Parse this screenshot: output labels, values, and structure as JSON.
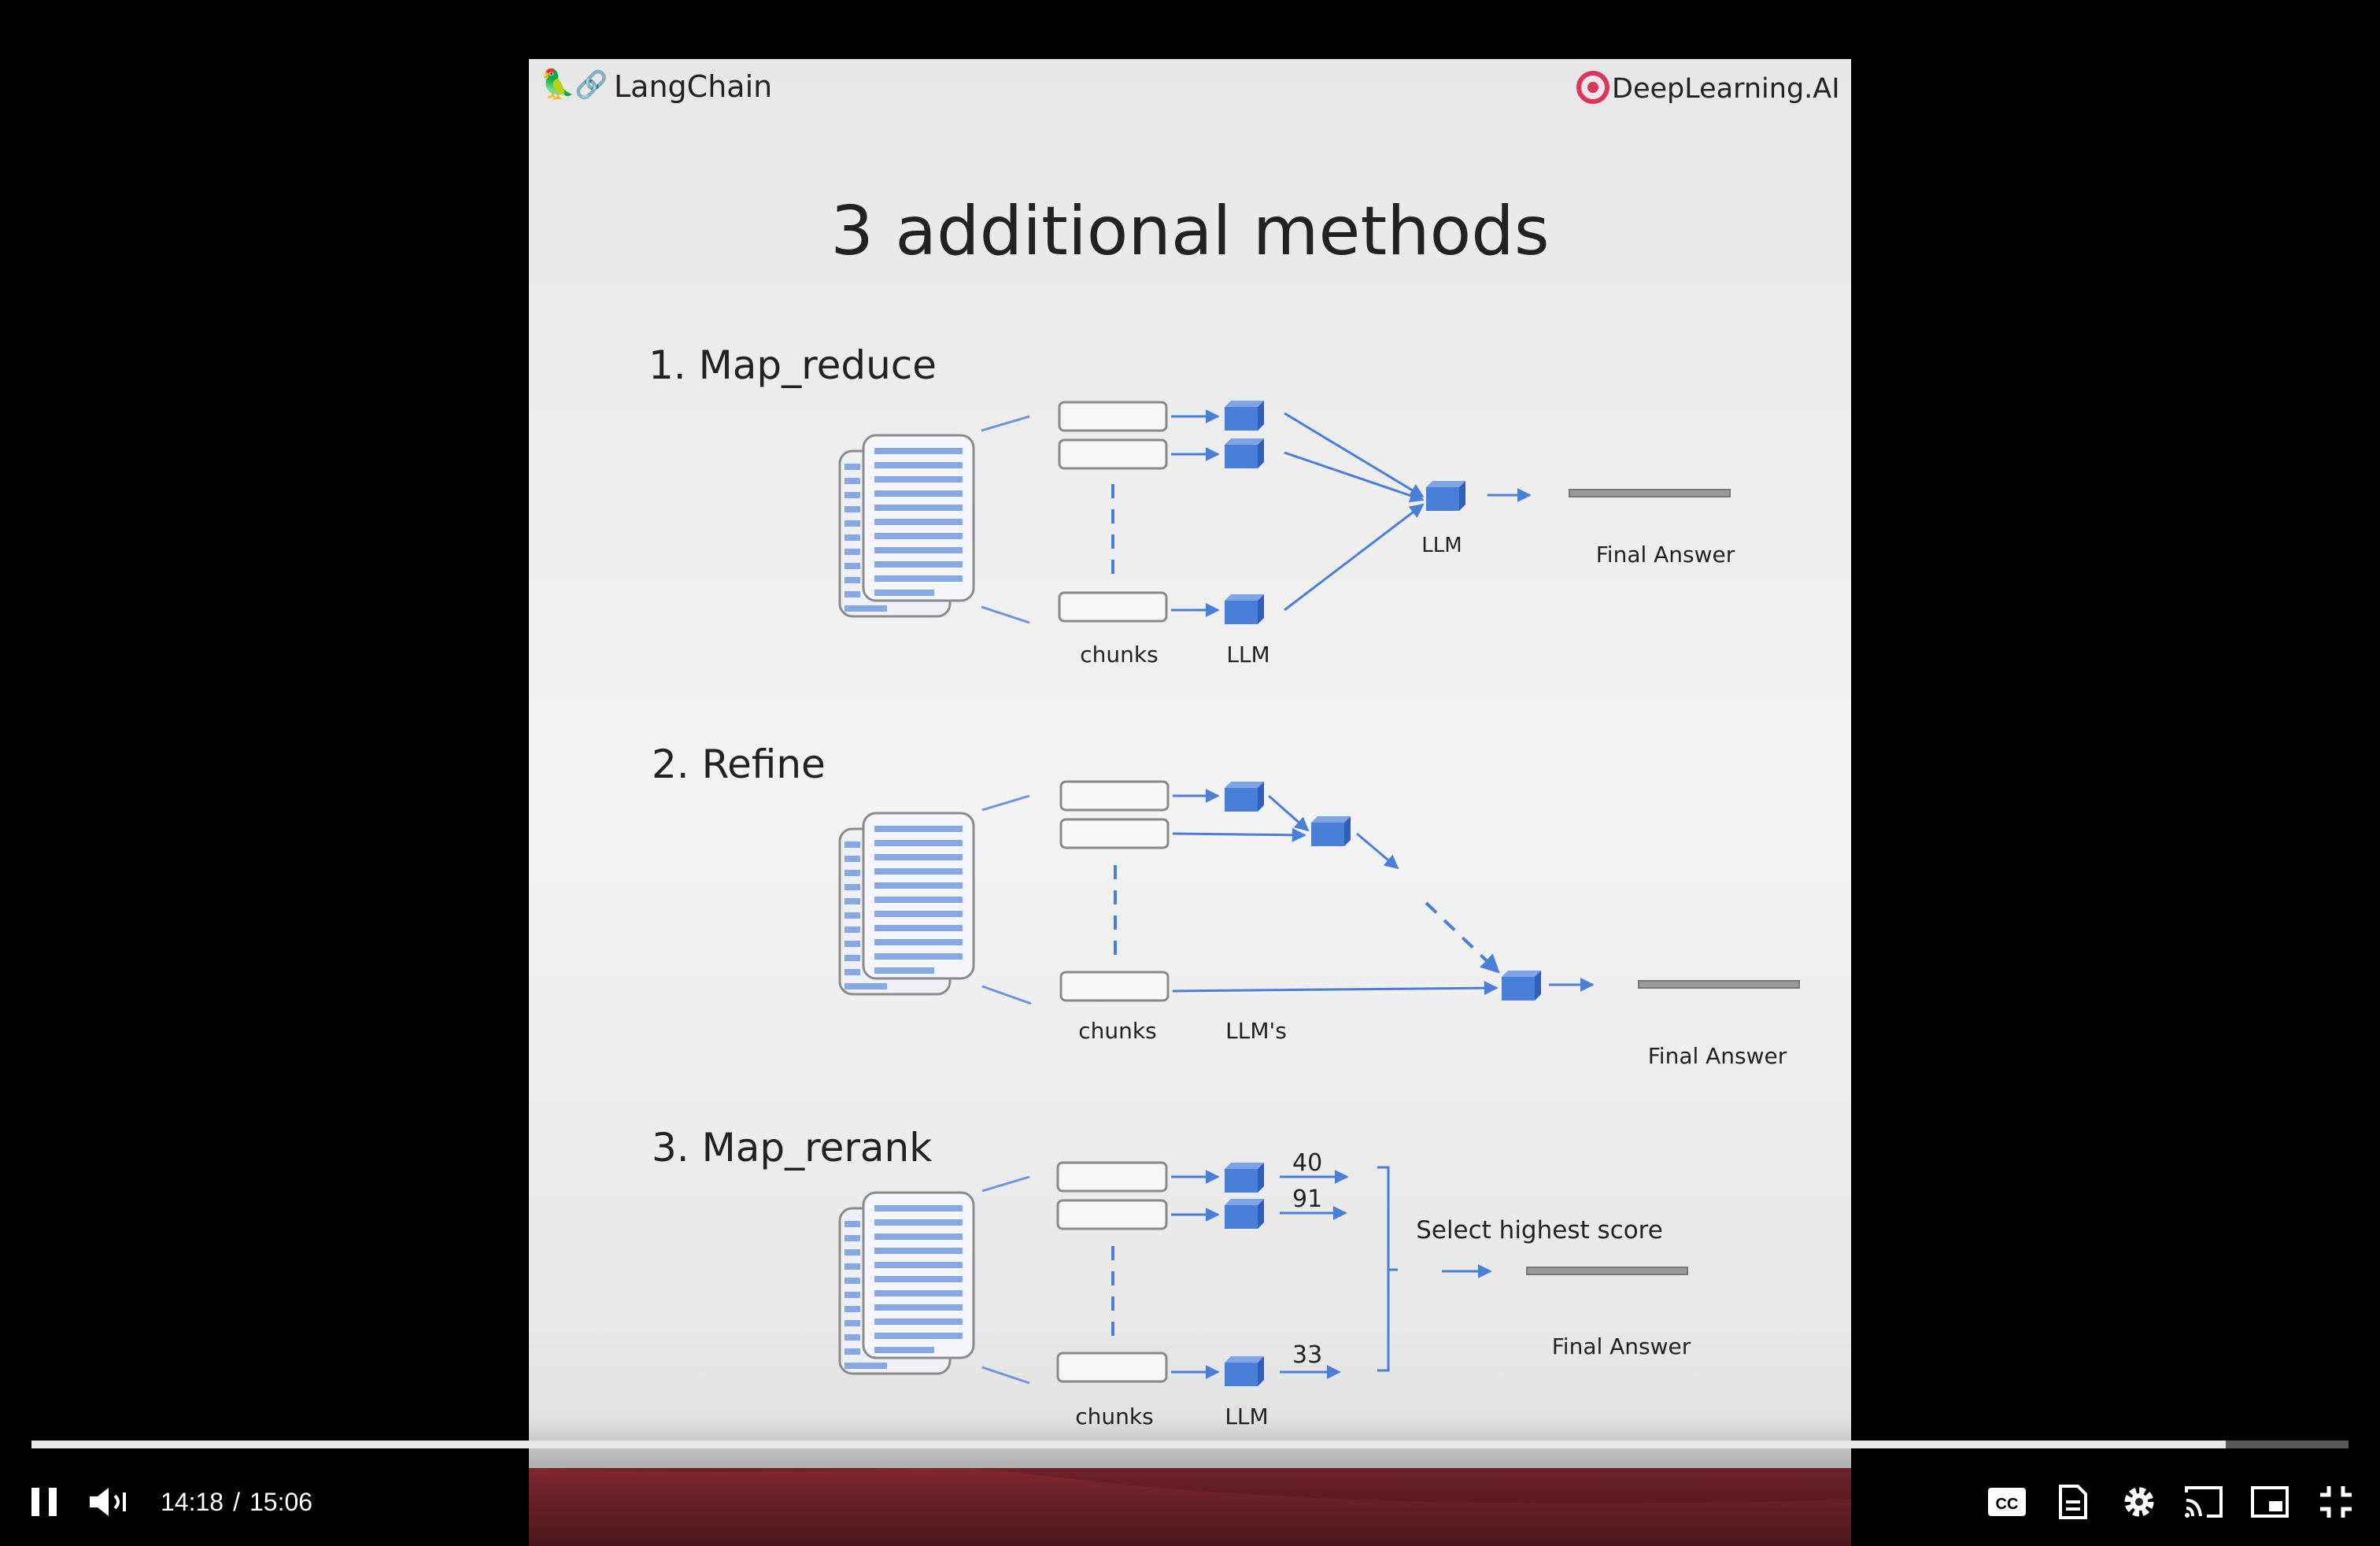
{
  "slide": {
    "brand_left": "LangChain",
    "brand_right": "DeepLearning.AI",
    "title": "3 additional methods",
    "sections": [
      {
        "heading": "1. Map_reduce",
        "chunks_label": "chunks",
        "llm_label": "LLM",
        "llm2_label": "LLM",
        "final_label": "Final Answer"
      },
      {
        "heading": "2. Refine",
        "chunks_label": "chunks",
        "llm_label": "LLM's",
        "final_label": "Final Answer"
      },
      {
        "heading": "3. Map_rerank",
        "chunks_label": "chunks",
        "llm_label": "LLM",
        "scores": [
          "40",
          "91",
          "33"
        ],
        "select_label": "Select highest score",
        "final_label": "Final Answer"
      }
    ]
  },
  "player": {
    "current_time": "14:18",
    "separator": "/",
    "duration": "15:06",
    "progress_fraction": 0.947,
    "icons": [
      "pause-icon",
      "volume-icon",
      "captions-icon",
      "transcript-icon",
      "settings-icon",
      "cast-icon",
      "miniplayer-icon",
      "exit-fullscreen-icon"
    ]
  },
  "colors": {
    "cube": "#4a7fd8",
    "accent_red": "#e0345a",
    "progress": "#e8e8e8"
  }
}
